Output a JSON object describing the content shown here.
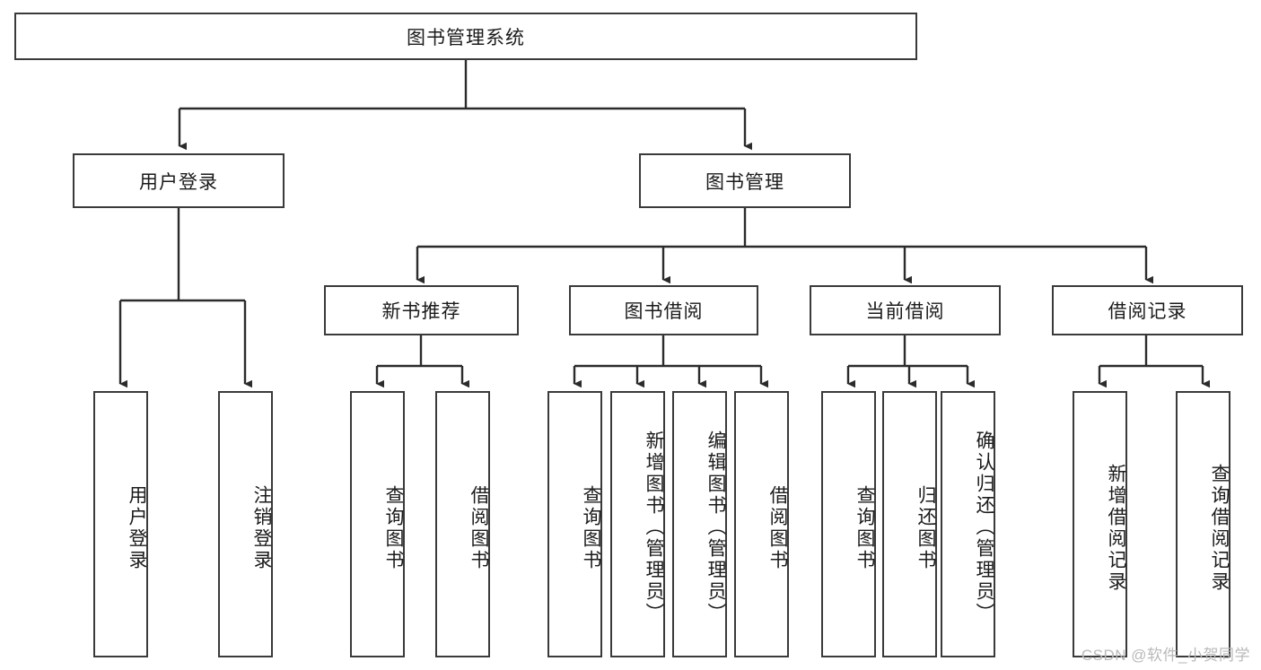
{
  "diagram": {
    "type": "tree",
    "title": "图书管理系统",
    "orientation": "top-down",
    "colors": {
      "background": "#ffffff",
      "node_border": "#3a3a3a",
      "node_fill": "#ffffff",
      "text": "#1b1b1b",
      "link": "#2b2b2b",
      "watermark": "#b9b9b9"
    },
    "root": {
      "label": "图书管理系统"
    },
    "level2": [
      {
        "id": "user-login",
        "label": "用户登录"
      },
      {
        "id": "book-manage",
        "label": "图书管理"
      }
    ],
    "level3": [
      {
        "id": "new-book-recommend",
        "label": "新书推荐",
        "parent": "book-manage"
      },
      {
        "id": "book-borrow",
        "label": "图书借阅",
        "parent": "book-manage"
      },
      {
        "id": "current-borrow",
        "label": "当前借阅",
        "parent": "book-manage"
      },
      {
        "id": "borrow-record",
        "label": "借阅记录",
        "parent": "book-manage"
      }
    ],
    "leaves": [
      {
        "id": "leaf-user-login",
        "label": "用户登录",
        "parent": "user-login"
      },
      {
        "id": "leaf-logout",
        "label": "注销登录",
        "parent": "user-login"
      },
      {
        "id": "leaf-query-book-1",
        "label": "查询图书",
        "parent": "new-book-recommend"
      },
      {
        "id": "leaf-borrow-book-1",
        "label": "借阅图书",
        "parent": "new-book-recommend"
      },
      {
        "id": "leaf-query-book-2",
        "label": "查询图书",
        "parent": "book-borrow"
      },
      {
        "id": "leaf-add-book",
        "label": "新增图书（管理员）",
        "parent": "book-borrow"
      },
      {
        "id": "leaf-edit-book",
        "label": "编辑图书（管理员）",
        "parent": "book-borrow"
      },
      {
        "id": "leaf-borrow-book-2",
        "label": "借阅图书",
        "parent": "book-borrow"
      },
      {
        "id": "leaf-query-book-3",
        "label": "查询图书",
        "parent": "current-borrow"
      },
      {
        "id": "leaf-return-book",
        "label": "归还图书",
        "parent": "current-borrow"
      },
      {
        "id": "leaf-confirm-return",
        "label": "确认归还（管理员）",
        "parent": "current-borrow"
      },
      {
        "id": "leaf-add-record",
        "label": "新增借阅记录",
        "parent": "borrow-record"
      },
      {
        "id": "leaf-query-record",
        "label": "查询借阅记录",
        "parent": "borrow-record"
      }
    ]
  },
  "watermark": {
    "text": "CSDN @软件_小贺同学"
  }
}
